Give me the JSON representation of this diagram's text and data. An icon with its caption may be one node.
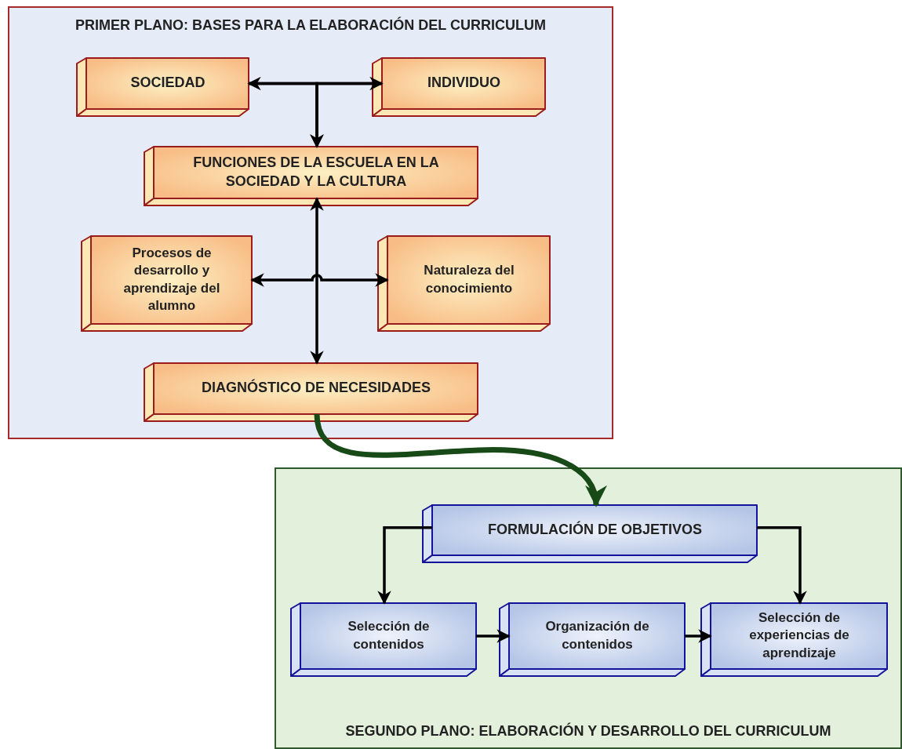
{
  "diagram": {
    "nodes": [
      {
        "text": [
          "PRIMER PLANO: BASES PARA LA ELABORACIÓN DEL CURRICULUM"
        ]
      },
      {
        "text": [
          "SOCIEDAD"
        ],
        "in": 0
      },
      {
        "text": [
          "INDIVIDUO"
        ],
        "in": 0
      },
      {
        "text": [
          "FUNCIONES DE LA ESCUELA EN LA SOCIEDAD Y LA CULTURA"
        ],
        "in": 0
      },
      {
        "text": [
          "Procesos de desarrollo y aprendizaje del alumno"
        ],
        "in": 0
      },
      {
        "text": [
          "Naturaleza del conocimiento"
        ],
        "in": 0
      },
      {
        "text": [
          "DIAGNÓSTICO DE NECESIDADES"
        ],
        "in": 0
      },
      {
        "text": [
          "SEGUNDO PLANO: ELABORACIÓN Y DESARROLLO DEL CURRICULUM"
        ]
      },
      {
        "text": [
          "FORMULACIÓN DE OBJETIVOS"
        ],
        "in": 7
      },
      {
        "text": [
          "Selección de contenidos"
        ],
        "in": 7
      },
      {
        "text": [
          "Organización de contenidos"
        ],
        "in": 7
      },
      {
        "text": [
          "Selección de experiencias de aprendizaje"
        ],
        "in": 7
      }
    ],
    "edges": [
      {
        "from": 1,
        "to": 2,
        "arrow": "both"
      },
      {
        "from": 1,
        "to": 3,
        "arrow": "to"
      },
      {
        "from": 2,
        "to": 3,
        "arrow": "to"
      },
      {
        "from": 3,
        "to": 6,
        "arrow": "both"
      },
      {
        "from": 4,
        "to": 5,
        "arrow": "both"
      },
      {
        "from": 6,
        "to": 8,
        "arrow": "to",
        "style": "thick",
        "color": "#174a17"
      },
      {
        "from": 8,
        "to": 9,
        "arrow": "to"
      },
      {
        "from": 8,
        "to": 11,
        "arrow": "to"
      },
      {
        "from": 9,
        "to": 10,
        "arrow": "to"
      },
      {
        "from": 10,
        "to": 11,
        "arrow": "to"
      }
    ]
  }
}
